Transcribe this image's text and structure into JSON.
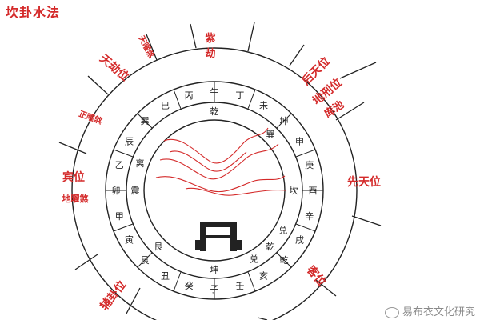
{
  "title": "坎卦水法",
  "inner_ring": [
    "乾",
    "巽",
    "坎",
    "兑",
    "乾",
    "坤",
    "艮",
    "震",
    "离",
    "兑"
  ],
  "outer_ring": [
    "子",
    "癸",
    "丑",
    "艮",
    "寅",
    "甲",
    "卯",
    "乙",
    "辰",
    "巽",
    "巳",
    "丙",
    "午",
    "丁",
    "未",
    "坤",
    "申",
    "庚",
    "酉",
    "辛",
    "戌",
    "乾",
    "亥",
    "壬"
  ],
  "annotations": [
    {
      "id": "zihui",
      "text": "紫\n劫"
    },
    {
      "id": "tianmaosha",
      "text": "天曜煞"
    },
    {
      "id": "tianjie",
      "text": "天劫位"
    },
    {
      "id": "zhengyaosha",
      "text": "正曜煞"
    },
    {
      "id": "binwei",
      "text": "宾位"
    },
    {
      "id": "diyaosha",
      "text": "地曜煞"
    },
    {
      "id": "fuguawei",
      "text": "辅卦位"
    },
    {
      "id": "houtianwei",
      "text": "后天位"
    },
    {
      "id": "dixingwei",
      "text": "地刑位"
    },
    {
      "id": "chichi",
      "text": "库池"
    },
    {
      "id": "xiantianwei",
      "text": "先天位"
    },
    {
      "id": "kewei",
      "text": "客位"
    }
  ],
  "watermark": "易布衣文化研究",
  "colors": {
    "annotation": "#d42a2a",
    "river": "#d42a2a",
    "line": "#222222"
  }
}
